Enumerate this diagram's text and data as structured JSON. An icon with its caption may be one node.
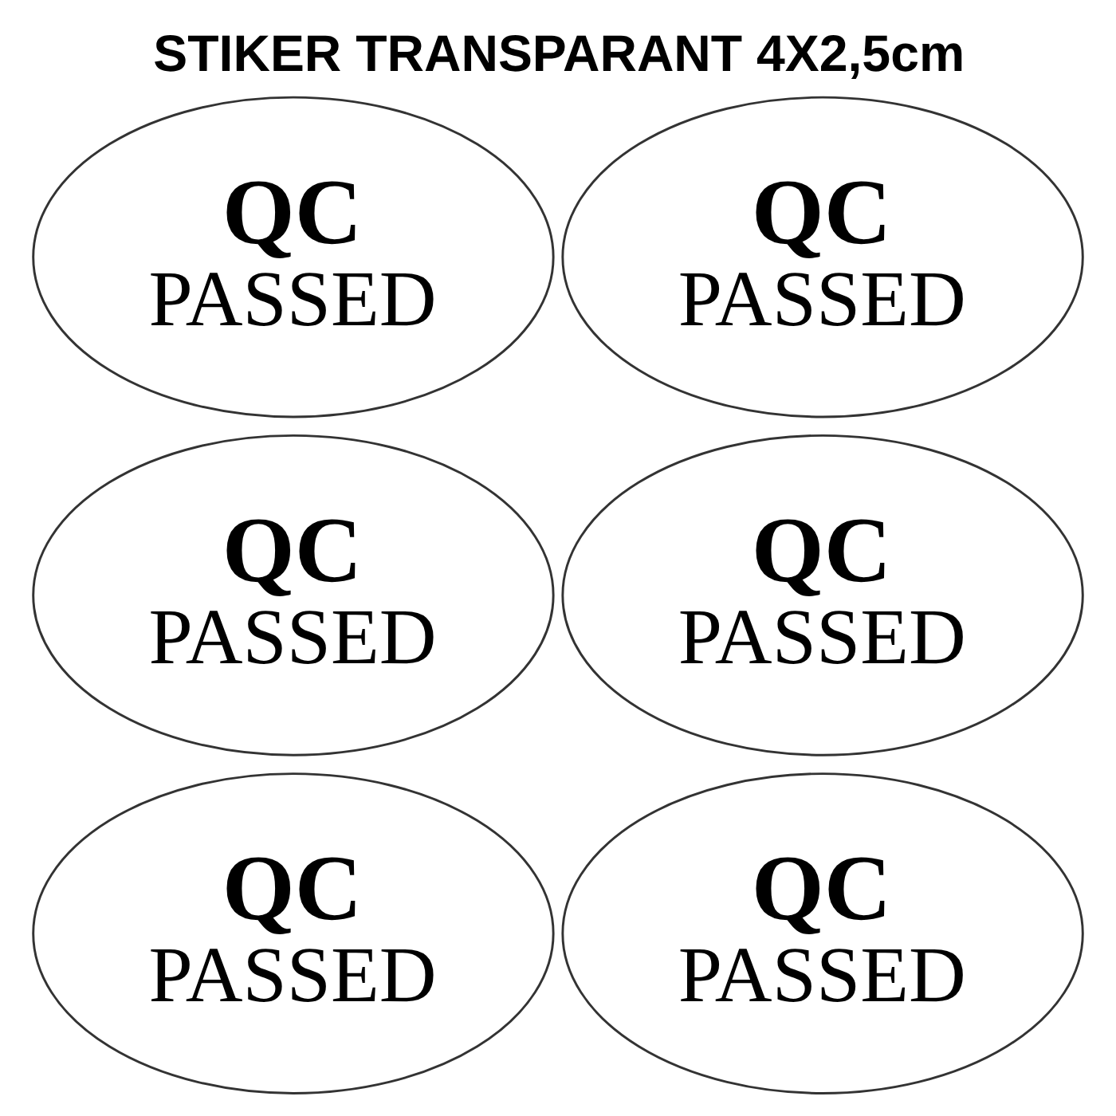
{
  "diagram": {
    "title": "STIKER TRANSPARANT 4X2,5cm",
    "nodes": [
      {
        "text": [
          "QC",
          "PASSED"
        ]
      },
      {
        "text": [
          "QC",
          "PASSED"
        ]
      },
      {
        "text": [
          "QC",
          "PASSED"
        ]
      },
      {
        "text": [
          "QC",
          "PASSED"
        ]
      },
      {
        "text": [
          "QC",
          "PASSED"
        ]
      },
      {
        "text": [
          "QC",
          "PASSED"
        ]
      }
    ]
  }
}
